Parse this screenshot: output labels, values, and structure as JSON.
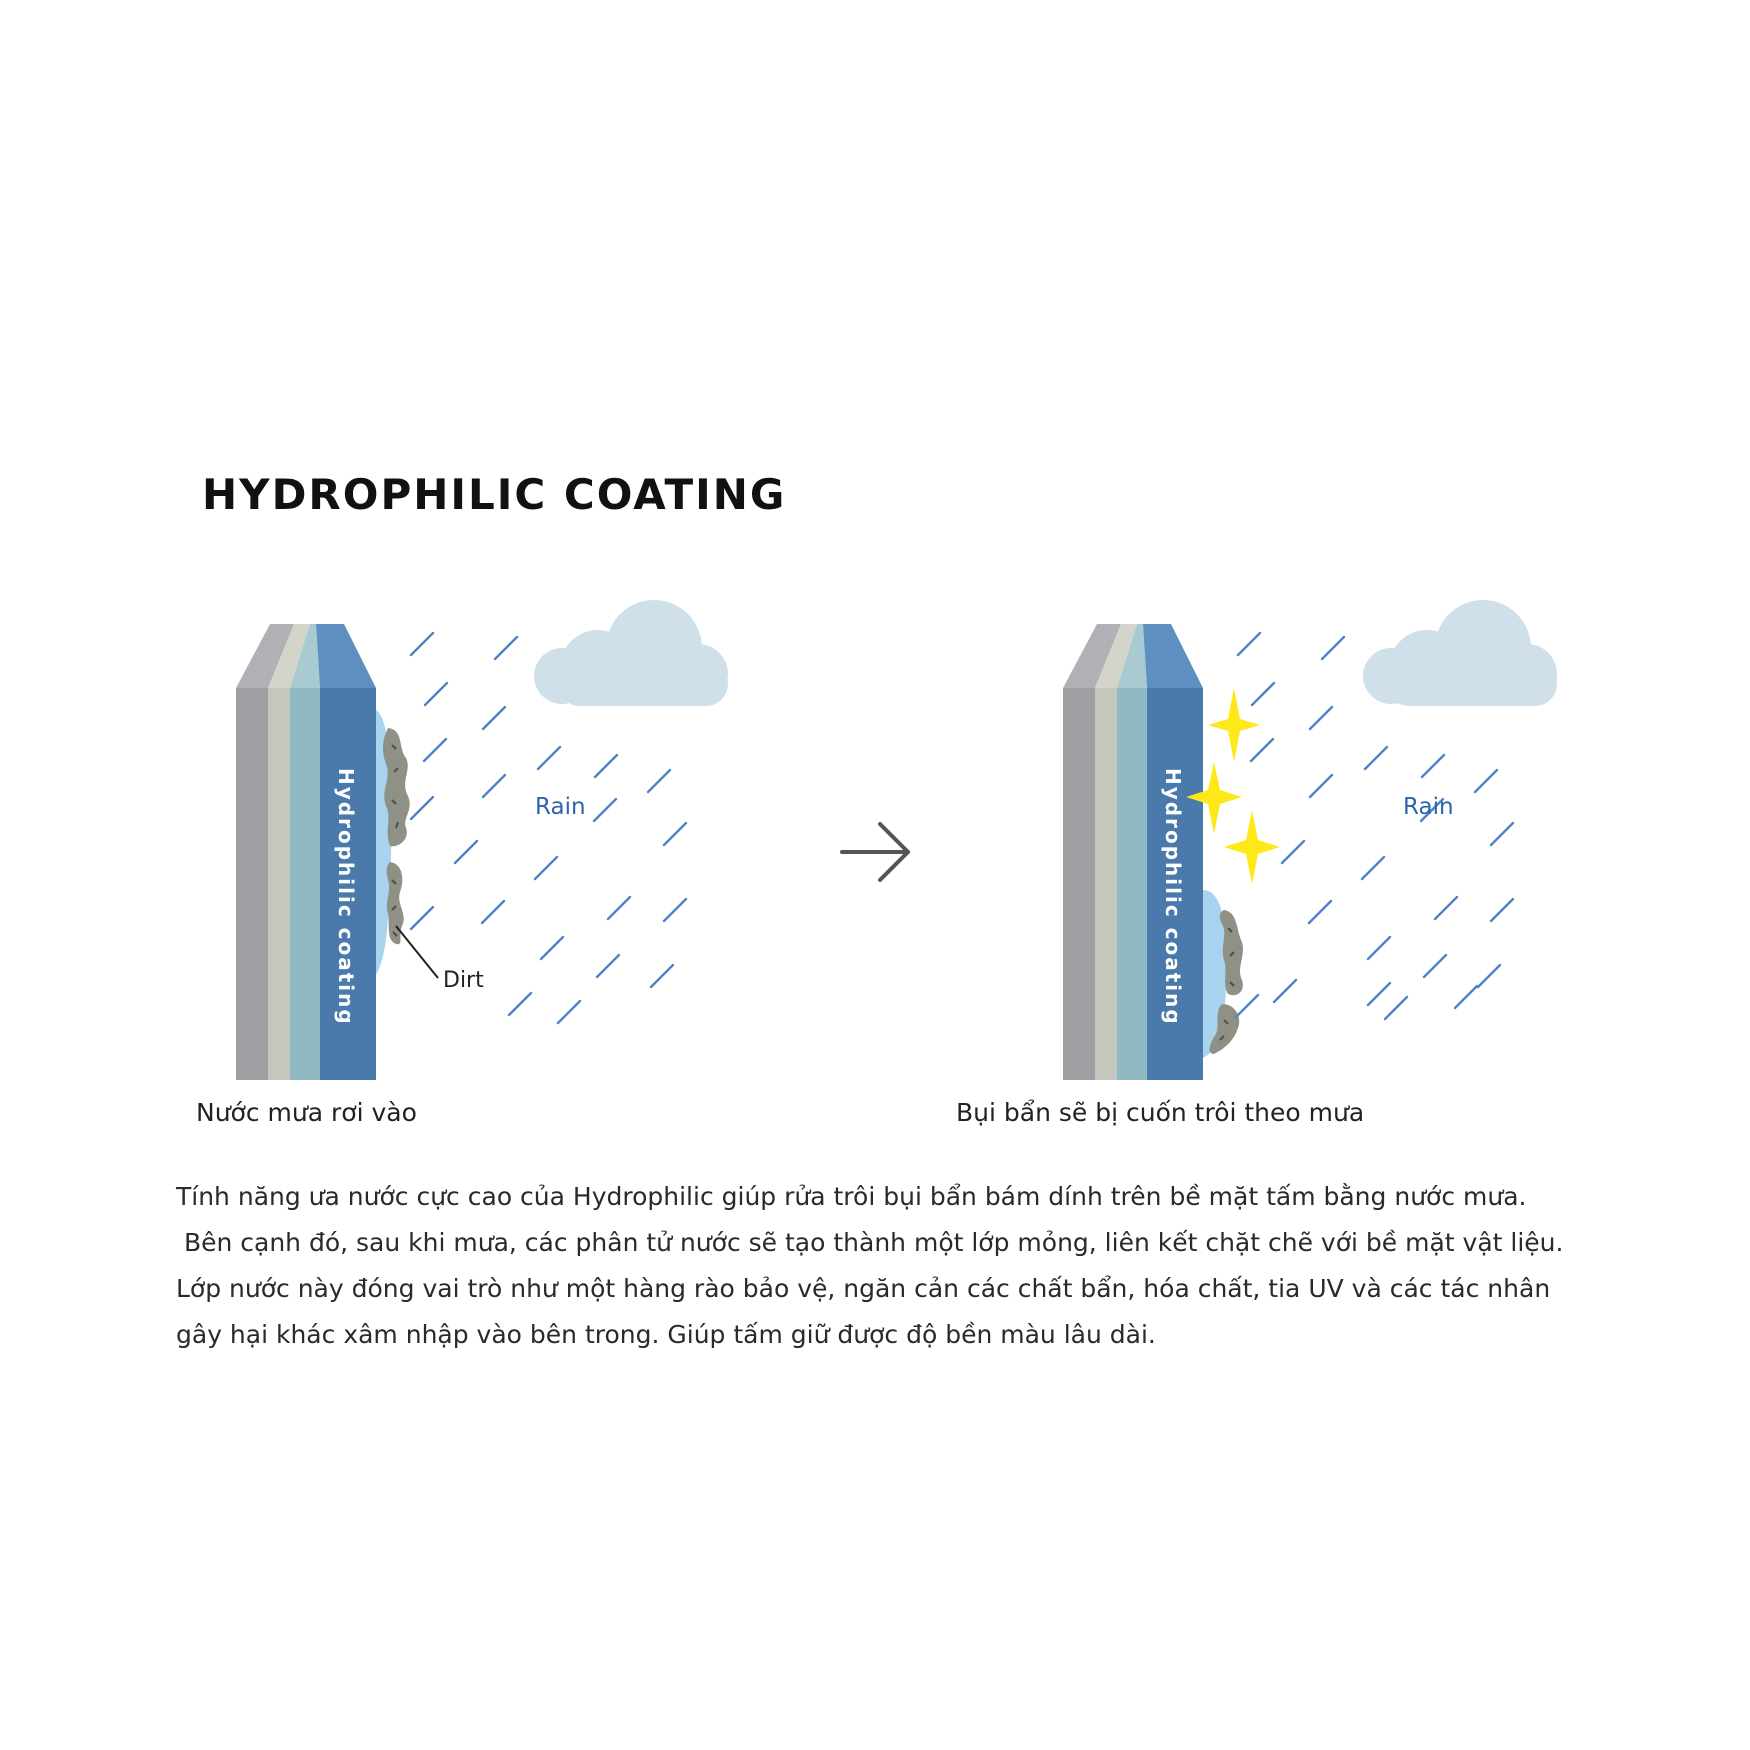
{
  "title": "HYDROPHILIC COATING",
  "panels": {
    "left": {
      "coating_label": "Hydrophilic coating",
      "rain_label": "Rain",
      "dirt_label": "Dirt",
      "caption": "Nước mưa rơi vào"
    },
    "right": {
      "coating_label": "Hydrophilic coating",
      "rain_label": "Rain",
      "caption": "Bụi bẩn sẽ bị cuốn trôi theo mưa"
    }
  },
  "description": {
    "lines": [
      "Tính năng ưa nước cực cao của Hydrophilic giúp rửa trôi bụi bẩn bám dính trên bề mặt tấm bằng nước mưa.",
      " Bên cạnh đó, sau khi mưa, các phân tử nước sẽ tạo thành một lớp mỏng, liên kết chặt chẽ với bề mặt vật liệu.",
      "Lớp nước này đóng vai trò như một hàng rào bảo vệ, ngăn cản các chất bẩn, hóa chất, tia UV và các tác nhân",
      "gây hại khác xâm nhập vào bên trong. Giúp tấm giữ được độ bền màu lâu dài."
    ]
  },
  "colors": {
    "layer_gray": "#9e9ea3",
    "layer_beige": "#c5c6bc",
    "layer_teal": "#91b9c2",
    "layer_blue": "#4a7aab",
    "water": "#a8d4f0",
    "dirt": "#8f9186",
    "rain": "#4f82c7",
    "cloud": "#cfe0ea",
    "sparkle": "#ffe81a",
    "arrow": "#555555",
    "rain_text": "#2f64a8"
  },
  "icons": [
    "arrow-right-icon",
    "cloud-icon",
    "sparkle-icon"
  ]
}
